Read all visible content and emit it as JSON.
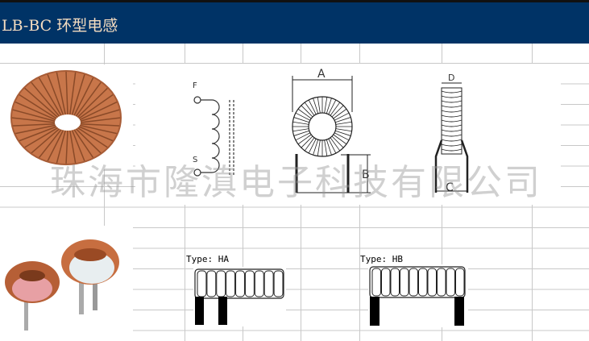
{
  "header": {
    "title": "LB-BC 环型电感"
  },
  "diagram": {
    "schematic_labels": {
      "start": "F",
      "end": "S"
    },
    "dimensions": {
      "a": "A",
      "b": "B",
      "c": "C",
      "d": "D"
    }
  },
  "types": [
    {
      "label": "Type: HA"
    },
    {
      "label": "Type: HB"
    }
  ],
  "watermark": "珠海市隆滇电子科技有限公司",
  "colors": {
    "header_bg": "#003366",
    "title_text": "#f5dcc0",
    "copper": "#c8764a"
  }
}
